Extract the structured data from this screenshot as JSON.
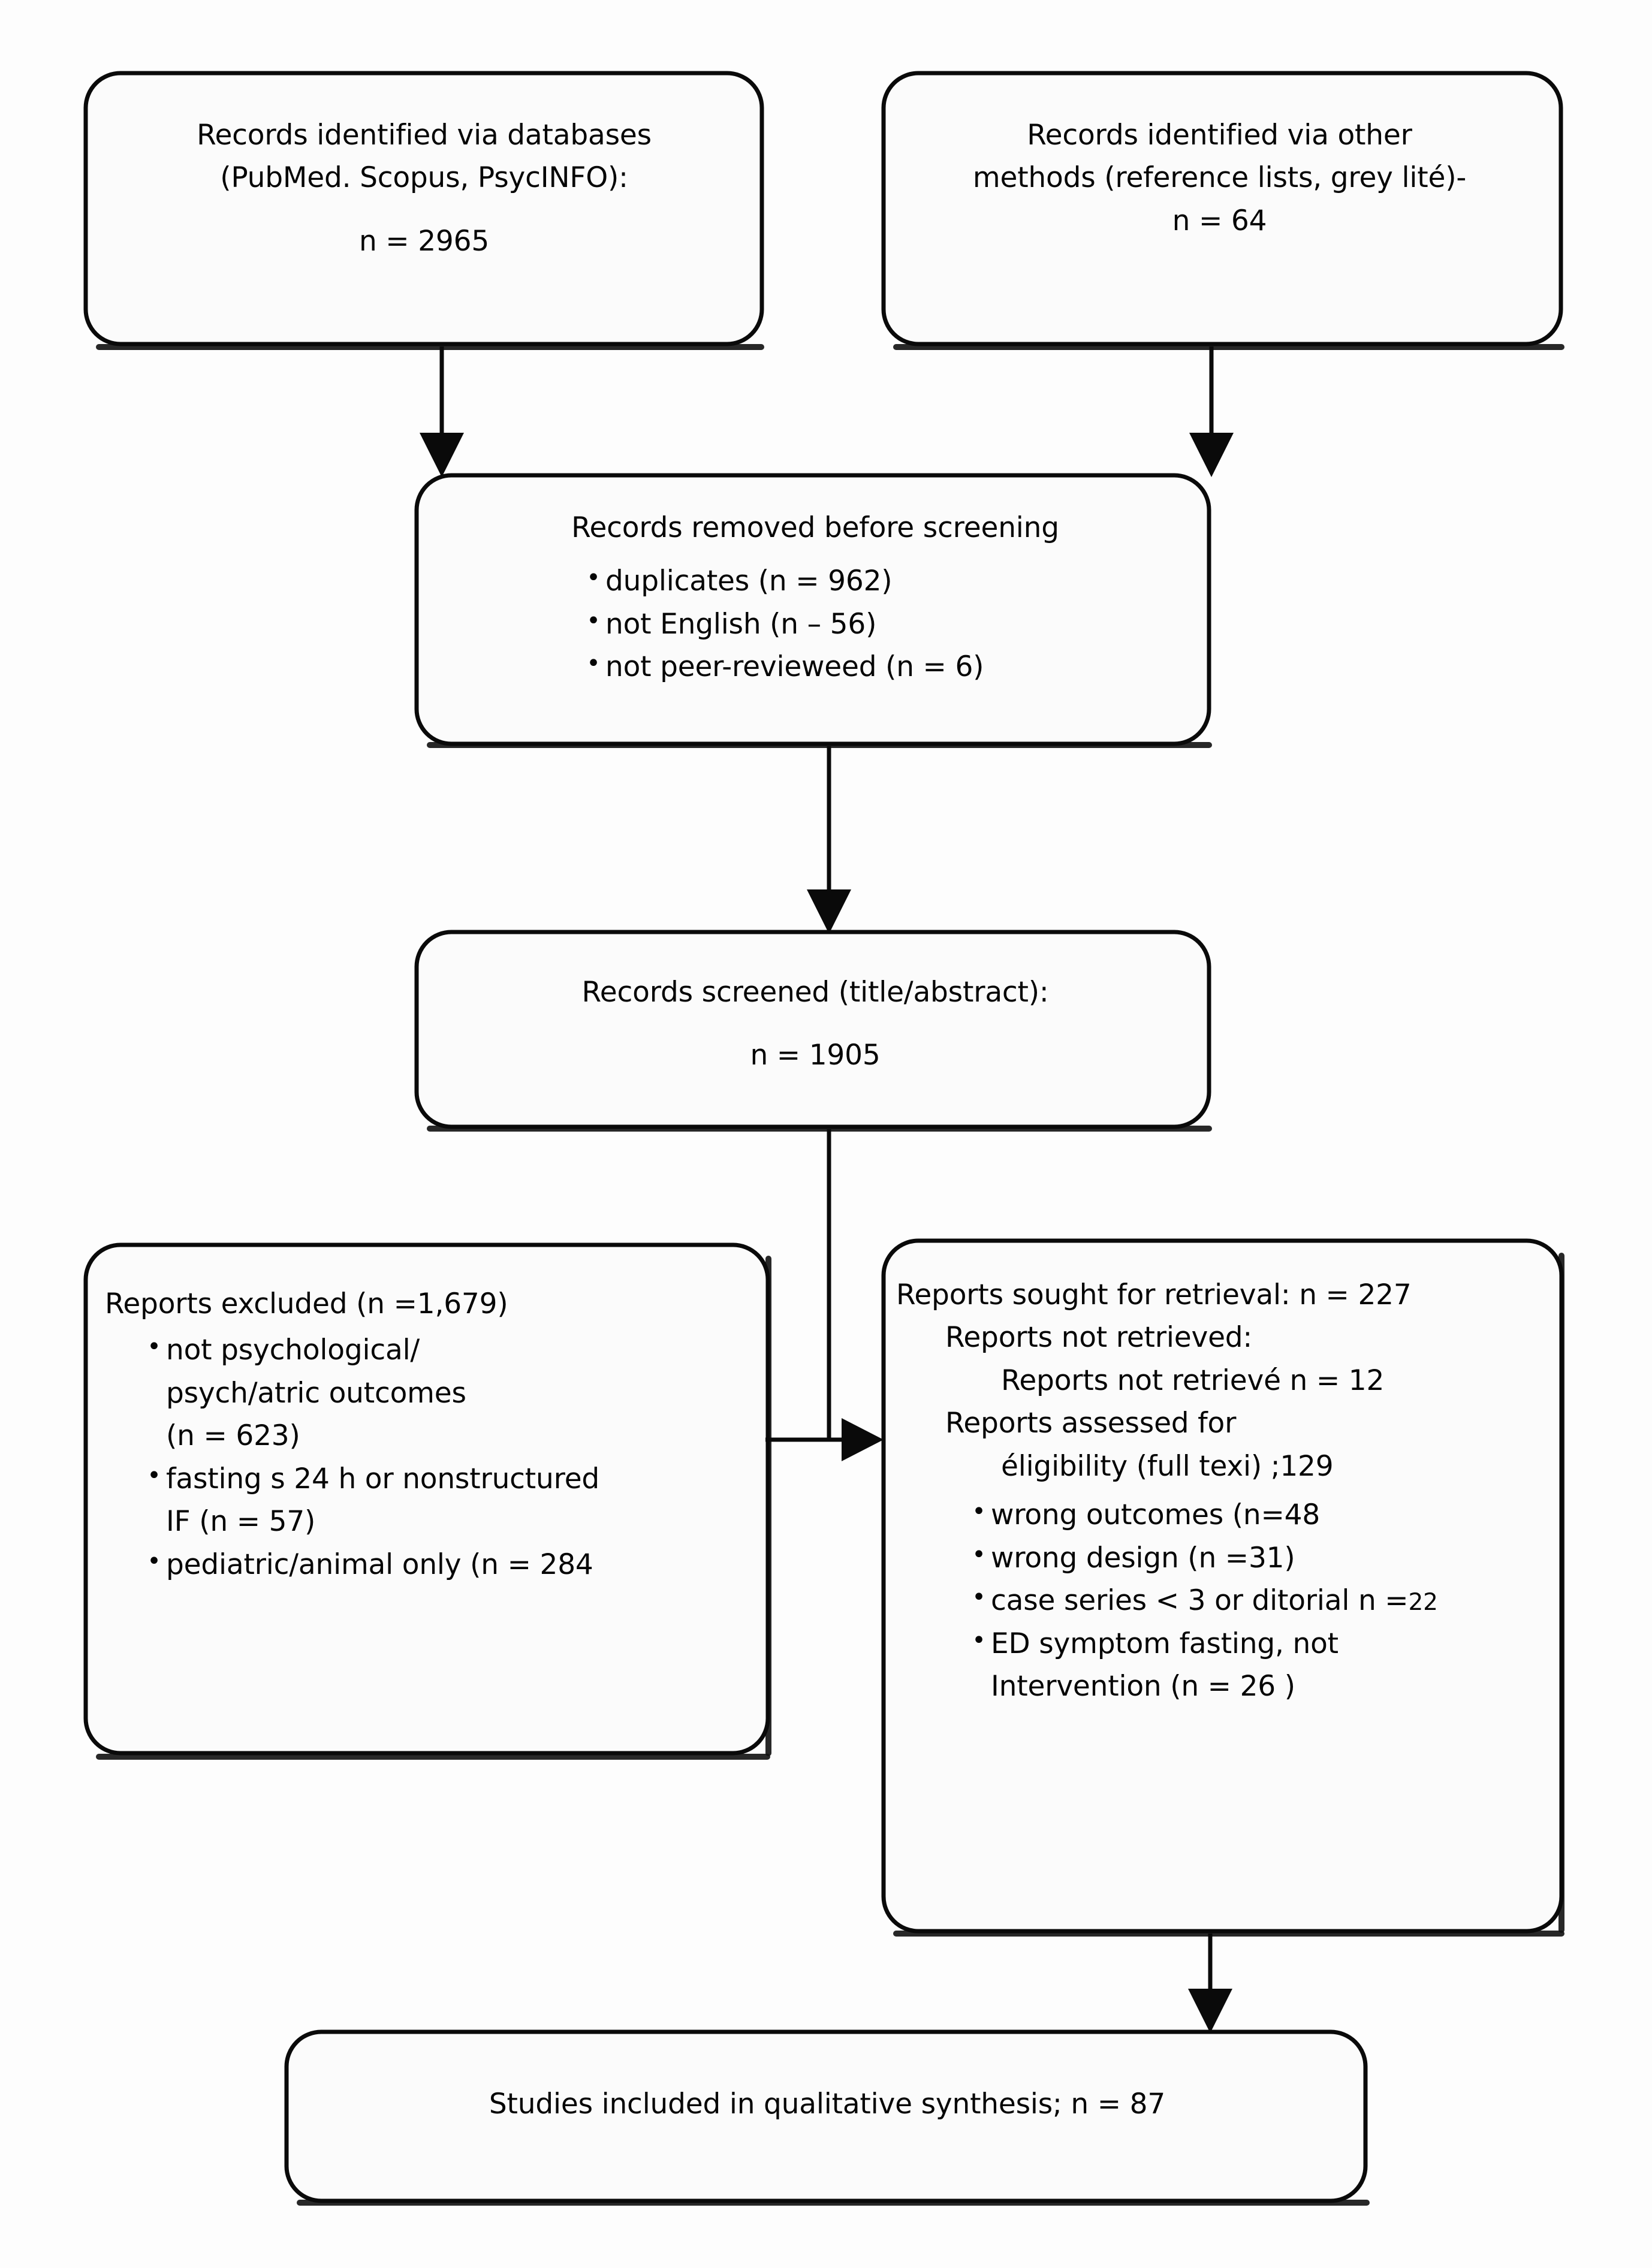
{
  "diagram": {
    "type": "prisma-flow-diagram",
    "colors": {
      "stroke": "#0a0a0a",
      "fill": "#fbfbfb",
      "background": "#fdfdfd",
      "text": "#050505"
    },
    "nodes": {
      "databases": {
        "name": "records-identified-databases",
        "lines": [
          "Records identified via databases",
          "(PubMed. Scopus, PsycINFO):",
          "n = 2965"
        ]
      },
      "other_methods": {
        "name": "records-identified-other-methods",
        "lines": [
          "Records identified via other",
          "methods (reference lists, grey lité)-",
          "n = 64"
        ]
      },
      "removed": {
        "name": "records-removed-before-screening",
        "heading": "Records removed before screening",
        "bullets": [
          "duplicates (n = 962)",
          "not English (n – 56)",
          "not peer-revieweed  (n = 6)"
        ]
      },
      "screened": {
        "name": "records-screened",
        "lines": [
          "Records screened (title/abstract):",
          "n = 1905"
        ]
      },
      "excluded": {
        "name": "reports-excluded",
        "heading": "Reports excluded (n =1,679)",
        "bullets": [
          [
            "not psychological/",
            "psych/atric outcomes",
            "(n = 623)"
          ],
          [
            "fasting s 24 h or nonstructured",
            "IF (n = 57)"
          ],
          [
            "pediatric/animal only (n = 284"
          ]
        ]
      },
      "sought": {
        "name": "reports-sought-for-retrieval",
        "lines": [
          "Reports sought for retrieval: n = 227",
          "Reports not retrieved:",
          "Reports not retrievé n = 12",
          "Reports assessed for",
          "éligibility (full texi) ;129"
        ],
        "bullets": [
          {
            "text": "wrong outcomes (n=48",
            "small": ""
          },
          {
            "text": "wrong design (n =31)",
            "small": ""
          },
          {
            "text": "case series < 3 or ditorial n =",
            "small": "22"
          },
          {
            "text": "ED symptom fasting, not",
            "small": ""
          }
        ],
        "bullet_last_continuation": "Intervention (n = 26 )"
      },
      "included": {
        "name": "studies-included",
        "lines": [
          "Studies included in qualitative synthesis; n = 87"
        ]
      }
    }
  }
}
